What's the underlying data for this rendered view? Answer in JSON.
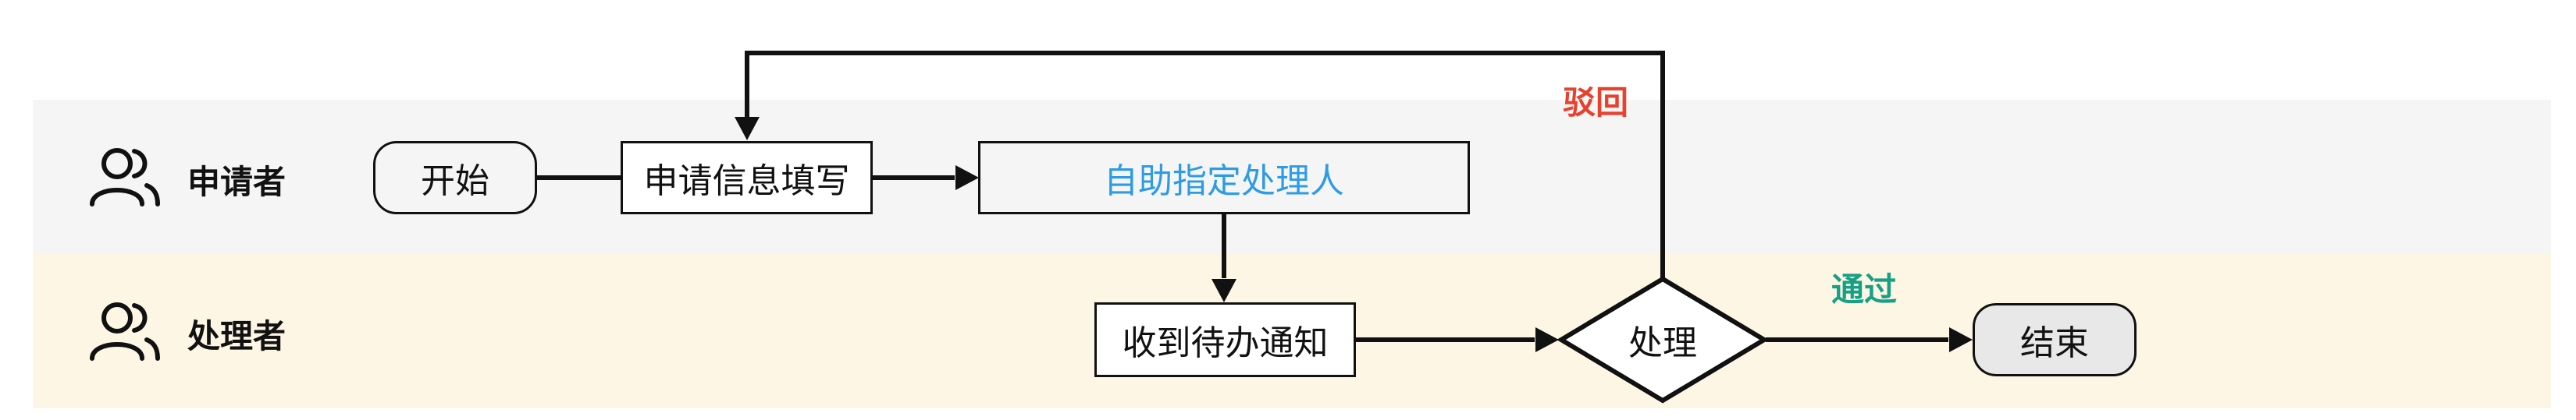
{
  "lanes": [
    {
      "label": "申请者",
      "icon": "users-icon"
    },
    {
      "label": "处理者",
      "icon": "users-icon"
    }
  ],
  "nodes": {
    "start": "开始",
    "fill_form": "申请信息填写",
    "assign": "自助指定处理人",
    "notify": "收到待办通知",
    "process": "处理",
    "end": "结束"
  },
  "edges": {
    "reject": "驳回",
    "pass": "通过"
  },
  "colors": {
    "applicant_lane": "#f5f5f5",
    "handler_lane": "#fdf6e5",
    "assign_text": "#2e9be5",
    "reject": "#e8412d",
    "pass": "#16a085",
    "end_fill": "#e8e8e8",
    "start_fill": "#f5f5f5"
  }
}
